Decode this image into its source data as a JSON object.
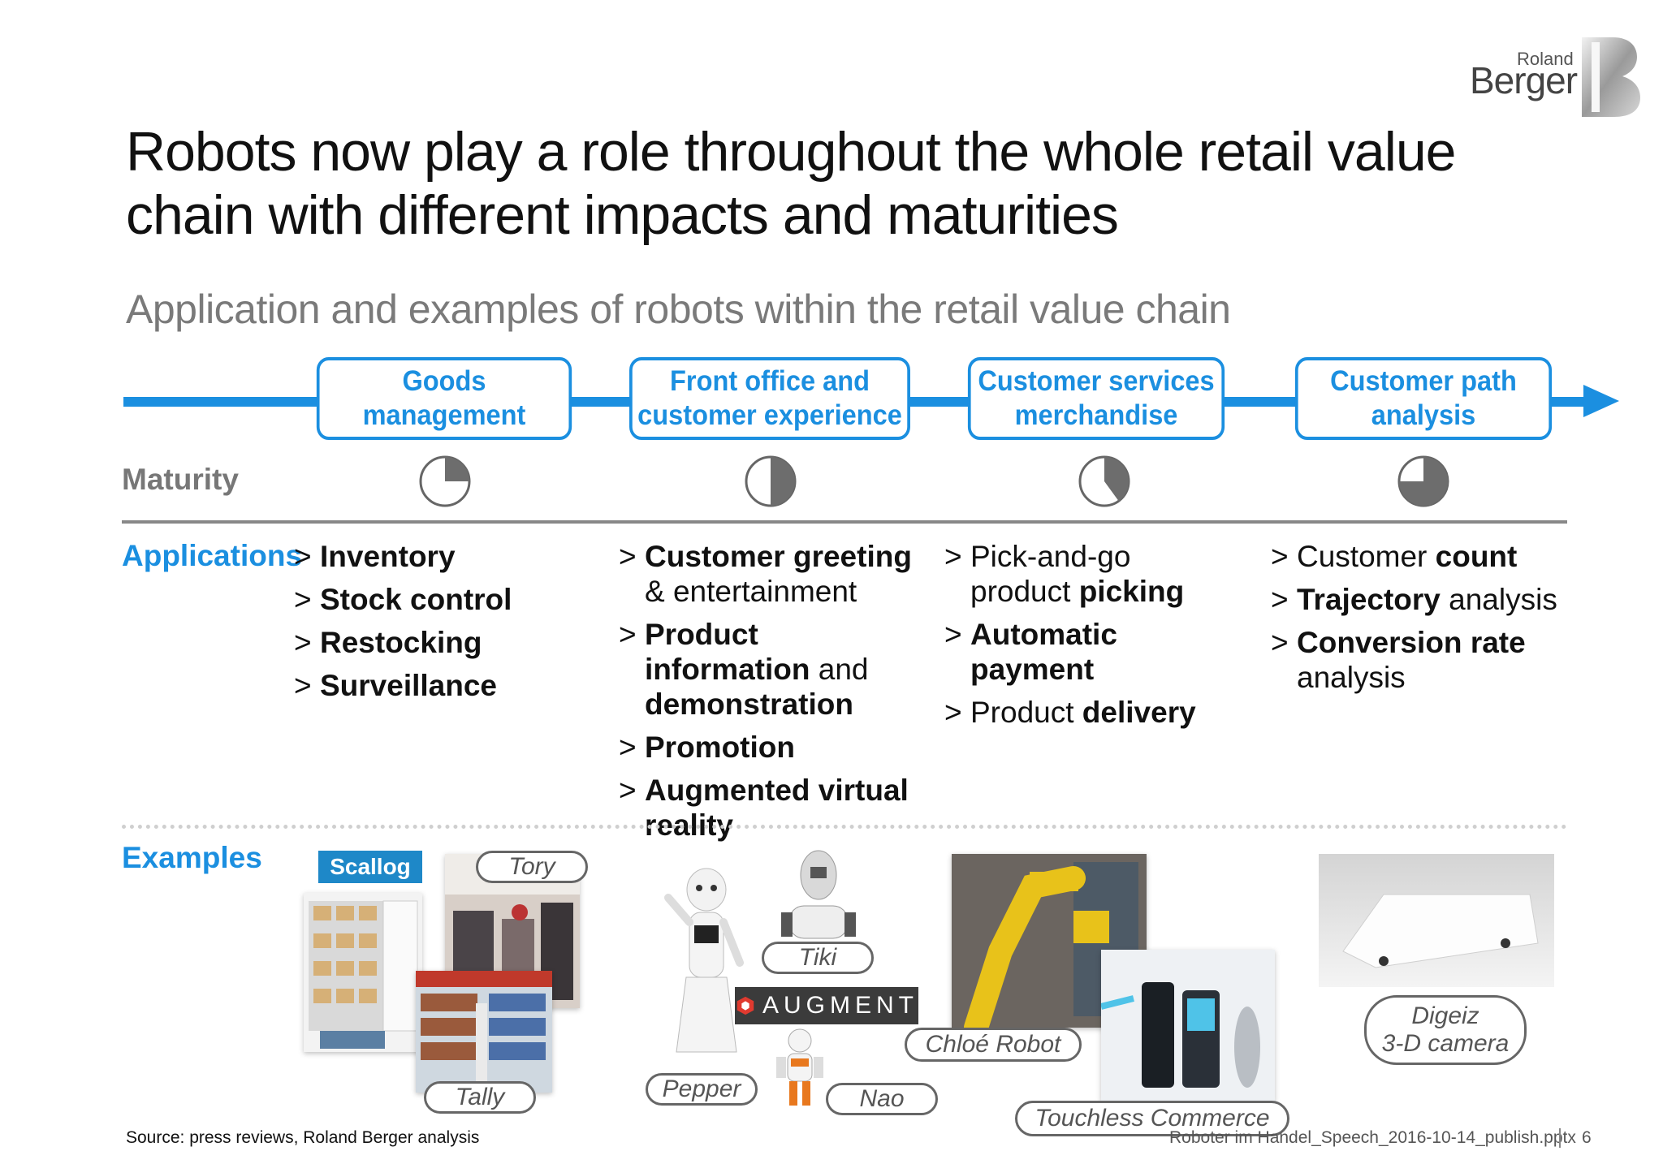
{
  "logo": {
    "line1": "Roland",
    "line2": "Berger"
  },
  "title": "Robots now play a role throughout the whole retail value chain with different impacts and maturities",
  "subtitle": "Application and examples of robots within the retail value chain",
  "stages": [
    {
      "label": "Goods management",
      "maturity": 0.25
    },
    {
      "label": "Front office and customer experience",
      "maturity": 0.5
    },
    {
      "label": "Customer services merchandise",
      "maturity": 0.4
    },
    {
      "label": "Customer path analysis",
      "maturity": 0.75
    }
  ],
  "labels": {
    "maturity": "Maturity",
    "applications": "Applications",
    "examples": "Examples"
  },
  "applications": {
    "goods": [
      "Inventory",
      "Stock control",
      "Restocking",
      "Surveillance"
    ],
    "front_office": {
      "item1_bold": "Customer greeting",
      "item1_rest": " & entertainment",
      "item2_bold": "Product information",
      "item2_mid": " and ",
      "item2_bold2": "demonstration",
      "item3_bold": "Promotion",
      "item4_bold": "Augmented virtual reality"
    },
    "customer_services": {
      "item1_rest": "Pick-and-go product ",
      "item1_bold": "picking",
      "item2_bold": "Automatic payment",
      "item3_rest": "Product ",
      "item3_bold": "delivery"
    },
    "customer_path": {
      "item1_rest": "Customer ",
      "item1_bold": "count",
      "item2_bold": "Trajectory",
      "item2_rest": " analysis",
      "item3_bold": "Conversion rate",
      "item3_rest": " analysis"
    }
  },
  "examples": {
    "scallog": "Scallog",
    "tory": "Tory",
    "tally": "Tally",
    "tiki": "Tiki",
    "augment": "AUGMENT",
    "pepper": "Pepper",
    "nao": "Nao",
    "chloe": "Chloé Robot",
    "touchless": "Touchless Commerce",
    "digeiz_line1": "Digeiz",
    "digeiz_line2": "3-D camera"
  },
  "footer": {
    "source": "Source: press reviews, Roland Berger analysis",
    "file": "Roboter im Handel_Speech_2016-10-14_publish.pptx",
    "page": "6"
  },
  "colors": {
    "accent": "#1b8fe0",
    "pie_fill": "#6d6d6d"
  }
}
